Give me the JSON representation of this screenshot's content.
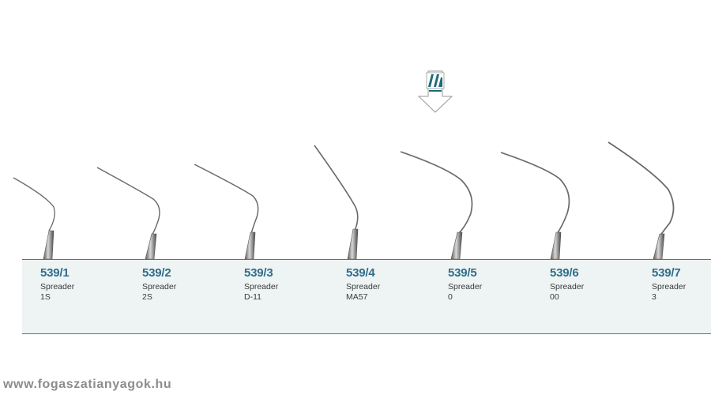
{
  "brand": {
    "logo_icon": "medesy-logo-icon",
    "accent_color": "#2f6e8a"
  },
  "products": [
    {
      "code": "539/1",
      "name": "Spreader",
      "size": "1S"
    },
    {
      "code": "539/2",
      "name": "Spreader",
      "size": "2S"
    },
    {
      "code": "539/3",
      "name": "Spreader",
      "size": "D-11"
    },
    {
      "code": "539/4",
      "name": "Spreader",
      "size": "MA57"
    },
    {
      "code": "539/5",
      "name": "Spreader",
      "size": "0"
    },
    {
      "code": "539/6",
      "name": "Spreader",
      "size": "00"
    },
    {
      "code": "539/7",
      "name": "Spreader",
      "size": "3"
    }
  ],
  "footer": {
    "url": "www.fogaszatianyagok.hu"
  }
}
